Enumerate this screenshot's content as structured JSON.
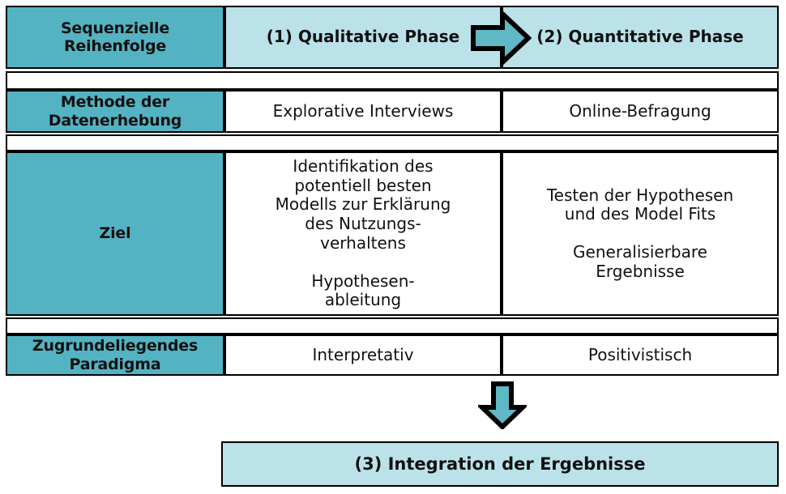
{
  "diagram": {
    "title_row": {
      "label": "Sequenzielle\nReihenfolge",
      "phase1": "(1) Qualitative Phase",
      "phase2": "(2) Quantitative Phase"
    },
    "rows": [
      {
        "label": "Methode der\nDatenerhebung",
        "qualitative": "Explorative Interviews",
        "quantitative": "Online-Befragung"
      },
      {
        "label": "Ziel",
        "qualitative": "Identifikation des\npotentiell besten\nModells zur Erklärung\ndes Nutzungs-\nverhaltens\n\nHypothesen-\nableitung",
        "quantitative": "Testen der Hypothesen\nund des Model Fits\n\nGeneralisierbare\nErgebnisse"
      },
      {
        "label": "Zugrundeliegendes\nParadigma",
        "qualitative": "Interpretativ",
        "quantitative": "Positivistisch"
      }
    ],
    "integration": "(3) Integration der Ergebnisse",
    "icons": {
      "right_arrow": "right-block-arrow-icon",
      "down_arrow": "down-block-arrow-icon"
    },
    "colors": {
      "label_fill": "#54b3c3",
      "header_fill": "#bbe2e9",
      "arrow_fill": "#5fb8c6",
      "outline": "#000000",
      "body_fill": "#ffffff",
      "text": "#111111"
    }
  }
}
